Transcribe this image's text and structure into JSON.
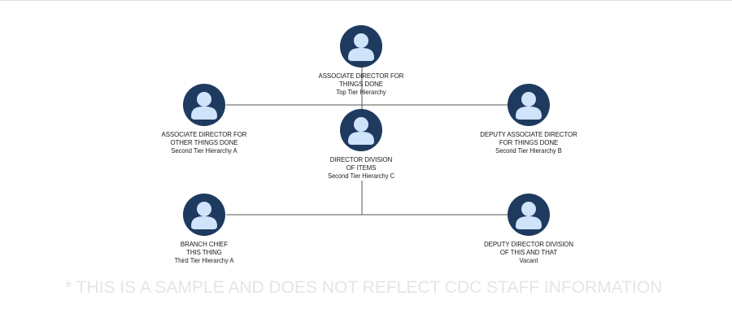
{
  "colors": {
    "avatar_fill": "#1e3a5f",
    "avatar_figure": "#cfe3fb",
    "connector": "#555555",
    "disclaimer": "#e5e5e5"
  },
  "icons": {
    "person": "person-icon"
  },
  "nodes": [
    {
      "id": "associate-director-things-done",
      "title": "ASSOCIATE DIRECTOR FOR\nTHINGS DONE",
      "subtitle": "Top Tier Hierarchy"
    },
    {
      "id": "associate-director-other-things",
      "title": "ASSOCIATE DIRECTOR FOR\nOTHER THINGS DONE",
      "subtitle": "Second Tier Hierarchy A"
    },
    {
      "id": "director-division-items",
      "title": "DIRECTOR DIVISION\nOF ITEMS",
      "subtitle": "Second Tier Hierarchy C"
    },
    {
      "id": "deputy-associate-director",
      "title": "DEPUTY ASSOCIATE DIRECTOR\nFOR THINGS DONE",
      "subtitle": "Second Tier Hierarchy B"
    },
    {
      "id": "branch-chief",
      "title": "BRANCH CHIEF\nTHIS THING",
      "subtitle": "Third Tier Hierarchy A"
    },
    {
      "id": "deputy-director-division",
      "title": "DEPUTY DIRECTOR DIVISION\nOF THIS AND THAT",
      "subtitle": "Vacant"
    }
  ],
  "disclaimer": "* THIS IS A SAMPLE AND DOES NOT REFLECT CDC STAFF INFORMATION"
}
